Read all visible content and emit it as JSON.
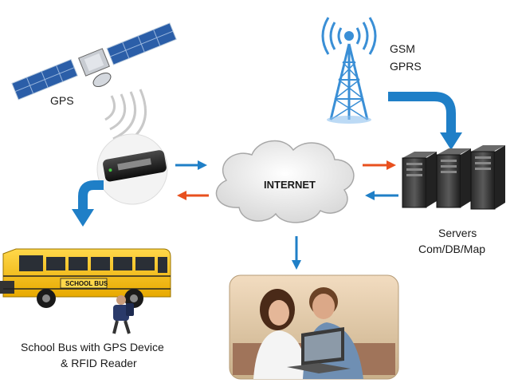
{
  "labels": {
    "gps": "GPS",
    "gsm_line1": "GSM",
    "gsm_line2": "GPRS",
    "internet": "INTERNET",
    "servers_line1": "Servers",
    "servers_line2": "Com/DB/Map",
    "bus_line1": "School Bus with GPS Device",
    "bus_line2": "& RFID Reader",
    "bus_sign": "SCHOOL BUS"
  },
  "colors": {
    "blue_arrow": "#1f7fc7",
    "orange_arrow": "#e8501e",
    "bus_yellow": "#f6c416",
    "tower_blue": "#3a8fd6",
    "satellite_panel": "#2b5ea8"
  },
  "icons": {
    "satellite": "satellite-icon",
    "tower": "cell-tower-icon",
    "gps_device": "gps-device-icon",
    "cloud": "internet-cloud-icon",
    "servers": "server-rack-icon",
    "bus": "school-bus-icon",
    "student": "student-icon",
    "family_laptop": "family-laptop-photo"
  }
}
